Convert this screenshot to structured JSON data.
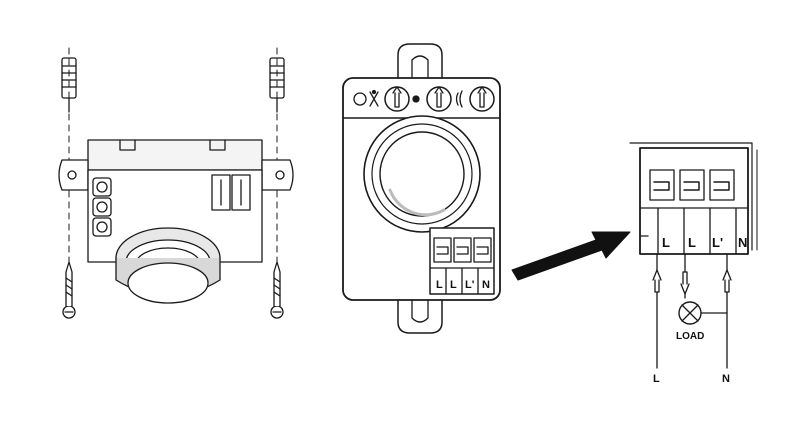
{
  "module_terminals": {
    "l1": "L",
    "l2": "L",
    "l3": "L'",
    "n": "N"
  },
  "terminal_block": {
    "l1": "L",
    "l2": "L",
    "l3": "L'",
    "n": "N"
  },
  "wiring": {
    "load_label": "LOAD",
    "line_label": "L",
    "neutral_label": "N"
  },
  "colors": {
    "line": "#1a1a1a",
    "fill": "#ffffff",
    "shade": "#e8e8e8",
    "dark": "#2a2a2a"
  }
}
